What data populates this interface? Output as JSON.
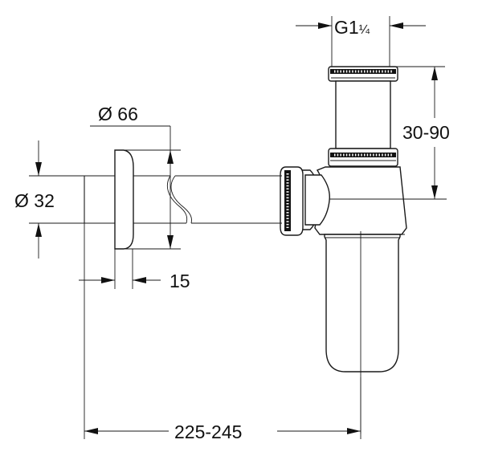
{
  "drawing": {
    "subject": "bottle trap dimension drawing",
    "line_color": "#1a1a1a",
    "background": "#ffffff"
  },
  "dimensions": {
    "thread_size": {
      "label": "G1",
      "fraction": "¼",
      "full": "G1¼"
    },
    "rosette_diameter": {
      "label": "Ø 66"
    },
    "pipe_diameter": {
      "label": "Ø 32"
    },
    "rosette_depth": {
      "label": "15"
    },
    "height_adjust": {
      "label": "30-90"
    },
    "projection": {
      "label": "225-245"
    }
  }
}
